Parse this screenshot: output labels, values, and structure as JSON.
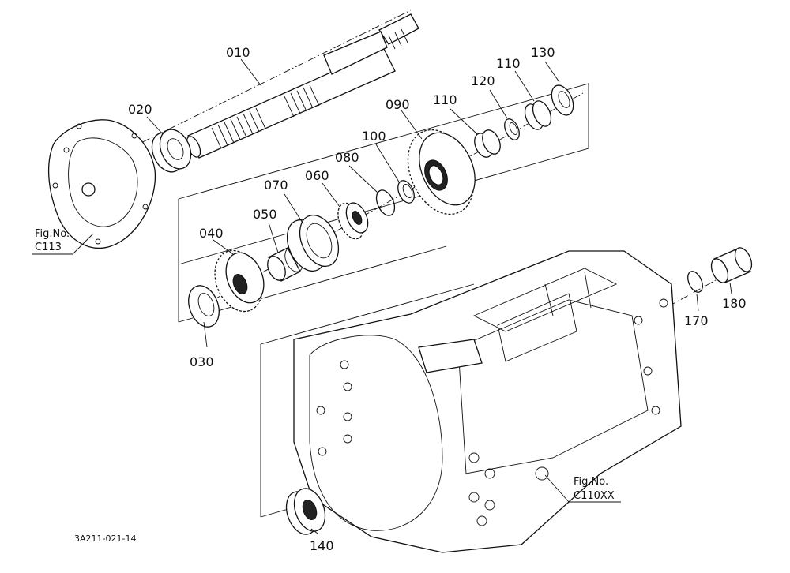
{
  "parts": [
    {
      "id": "010",
      "label": "010"
    },
    {
      "id": "020",
      "label": "020"
    },
    {
      "id": "030",
      "label": "030"
    },
    {
      "id": "040",
      "label": "040"
    },
    {
      "id": "050",
      "label": "050"
    },
    {
      "id": "060",
      "label": "060"
    },
    {
      "id": "070",
      "label": "070"
    },
    {
      "id": "080",
      "label": "080"
    },
    {
      "id": "090",
      "label": "090"
    },
    {
      "id": "100",
      "label": "100"
    },
    {
      "id": "110a",
      "label": "110"
    },
    {
      "id": "110b",
      "label": "110"
    },
    {
      "id": "120",
      "label": "120"
    },
    {
      "id": "130",
      "label": "130"
    },
    {
      "id": "140",
      "label": "140"
    },
    {
      "id": "170",
      "label": "170"
    },
    {
      "id": "180",
      "label": "180"
    }
  ],
  "references": [
    {
      "line1": "Fig.No.",
      "line2": "C113"
    },
    {
      "line1": "Fig.No.",
      "line2": "C110XX"
    }
  ],
  "document_id": "3A211-021-14"
}
